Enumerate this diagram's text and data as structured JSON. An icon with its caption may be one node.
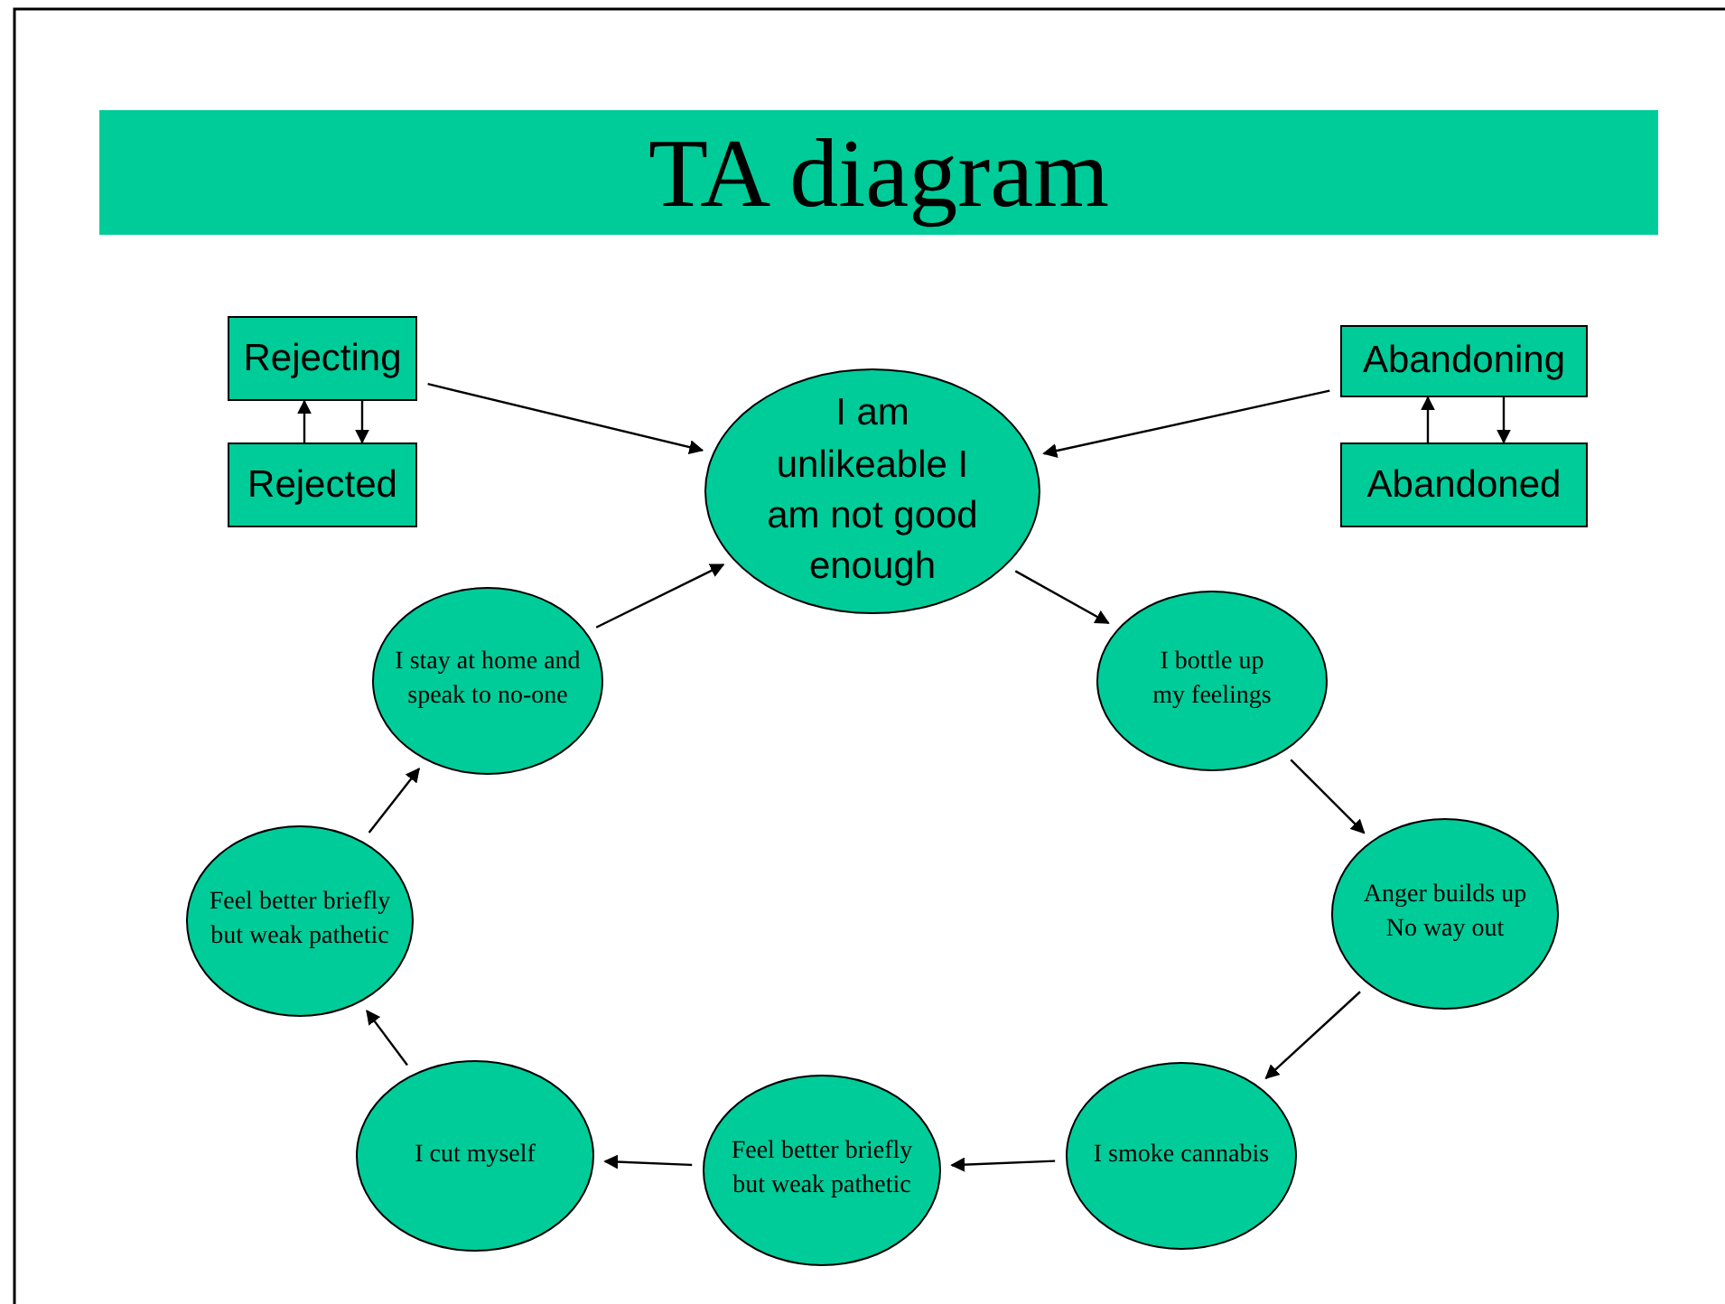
{
  "diagram": {
    "title": "TA diagram",
    "nodes": [
      {
        "text": [
          "Rejecting"
        ]
      },
      {
        "text": [
          "Rejected"
        ]
      },
      {
        "text": [
          "Abandoning"
        ]
      },
      {
        "text": [
          "Abandoned"
        ]
      },
      {
        "text": [
          "I am unlikeable I am not good enough"
        ]
      },
      {
        "text": [
          "I bottle up my feelings"
        ]
      },
      {
        "text": [
          "Anger builds up No way out"
        ]
      },
      {
        "text": [
          "I smoke cannabis"
        ]
      },
      {
        "text": [
          "Feel better briefly but weak pathetic"
        ]
      },
      {
        "text": [
          "I cut myself"
        ]
      },
      {
        "text": [
          "Feel better briefly but weak pathetic"
        ]
      },
      {
        "text": [
          "I stay at home and speak to no-one"
        ]
      }
    ],
    "edges": [
      {
        "from": 0,
        "to": 1,
        "arrow": "to"
      },
      {
        "from": 1,
        "to": 0,
        "arrow": "to"
      },
      {
        "from": 2,
        "to": 3,
        "arrow": "to"
      },
      {
        "from": 3,
        "to": 2,
        "arrow": "to"
      },
      {
        "from": 0,
        "to": 4,
        "arrow": "to"
      },
      {
        "from": 2,
        "to": 4,
        "arrow": "to"
      },
      {
        "from": 4,
        "to": 5,
        "arrow": "to"
      },
      {
        "from": 5,
        "to": 6,
        "arrow": "to"
      },
      {
        "from": 6,
        "to": 7,
        "arrow": "to"
      },
      {
        "from": 7,
        "to": 8,
        "arrow": "to"
      },
      {
        "from": 8,
        "to": 9,
        "arrow": "to"
      },
      {
        "from": 9,
        "to": 10,
        "arrow": "to"
      },
      {
        "from": 10,
        "to": 11,
        "arrow": "to"
      },
      {
        "from": 11,
        "to": 4,
        "arrow": "to"
      }
    ]
  }
}
